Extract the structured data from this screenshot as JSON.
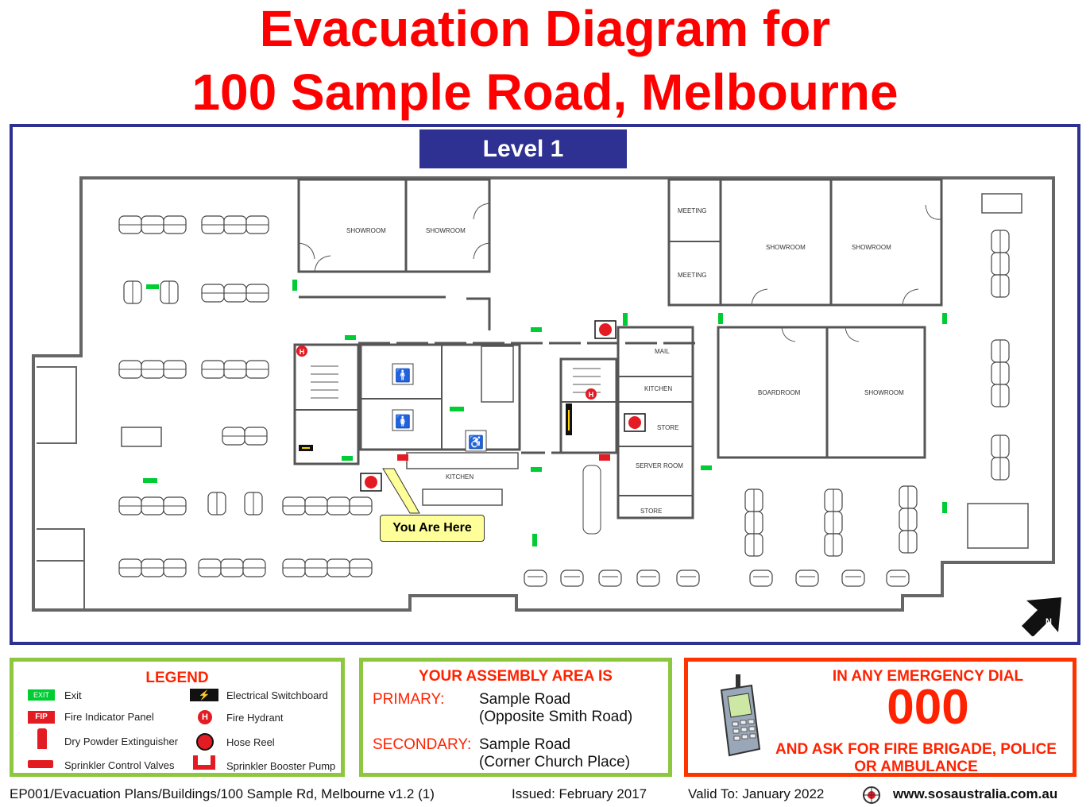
{
  "title": {
    "line1": "Evacuation Diagram for",
    "line2": "100 Sample Road, Melbourne"
  },
  "level": "Level 1",
  "floor_plan": {
    "rooms": {
      "showroom": "SHOWROOM",
      "meeting": "MEETING",
      "mail": "MAIL",
      "kitchen": "KITCHEN",
      "store": "STORE",
      "server_room": "SERVER ROOM",
      "boardroom": "BOARDROOM"
    },
    "exit_sign": "EXIT",
    "you_are_here": "You Are Here",
    "compass": "N"
  },
  "legend": {
    "title": "LEGEND",
    "items": [
      {
        "icon": "exit-sign",
        "label": "Exit",
        "badge": "EXIT"
      },
      {
        "icon": "fip-panel",
        "label": "Fire Indicator Panel",
        "badge": "FIP"
      },
      {
        "icon": "extinguisher",
        "label": "Dry Powder Extinguisher"
      },
      {
        "icon": "sprinkler-valve",
        "label": "Sprinkler Control Valves"
      },
      {
        "icon": "switchboard",
        "label": "Electrical Switchboard"
      },
      {
        "icon": "fire-hydrant",
        "label": "Fire Hydrant",
        "badge": "H"
      },
      {
        "icon": "hose-reel",
        "label": "Hose Reel"
      },
      {
        "icon": "booster-pump",
        "label": "Sprinkler Booster Pump"
      }
    ]
  },
  "assembly": {
    "title": "YOUR ASSEMBLY AREA IS",
    "primary_label": "PRIMARY:",
    "primary_line1": "Sample Road",
    "primary_line2": "(Opposite Smith Road)",
    "secondary_label": "SECONDARY:",
    "secondary_line1": "Sample Road",
    "secondary_line2": "(Corner Church Place)"
  },
  "emergency": {
    "title": "IN ANY EMERGENCY DIAL",
    "number": "000",
    "ask_line1": "AND ASK FOR FIRE BRIGADE, POLICE",
    "ask_line2": "OR AMBULANCE"
  },
  "footer": {
    "doc_ref": "EP001/Evacuation Plans/Buildings/100 Sample Rd, Melbourne v1.2 (1)",
    "issued": "Issued: February  2017",
    "valid": "Valid To: January 2022",
    "website": "www.sosaustralia.com.au"
  },
  "colors": {
    "title_red": "#ff0000",
    "frame_blue": "#2e3192",
    "legend_green": "#8dc63f",
    "emergency_red": "#ff3300",
    "exit_green": "#00cc33",
    "note_yellow": "#ffff99"
  }
}
